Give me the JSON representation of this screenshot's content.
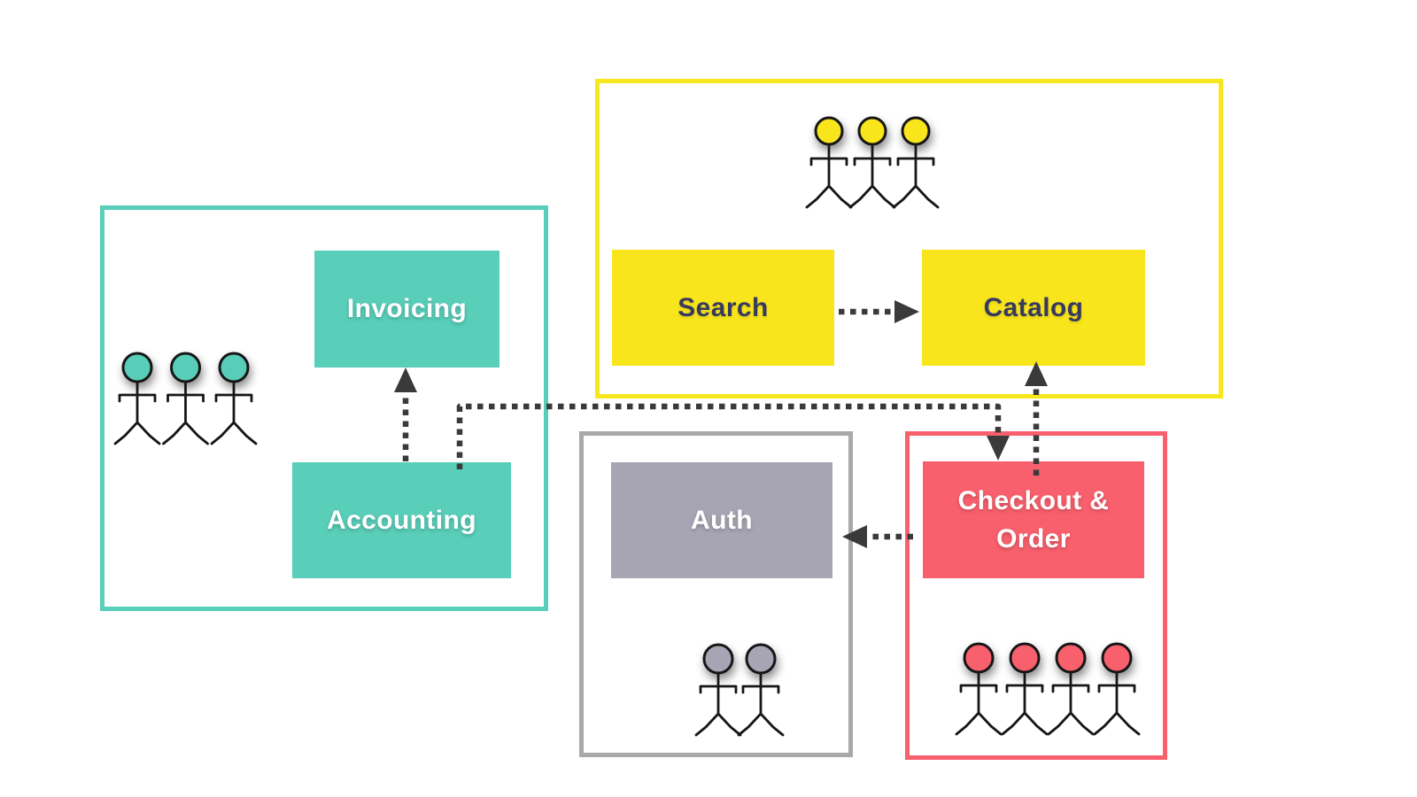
{
  "diagram": {
    "background_color": "#FFFFFF",
    "arrow_color": "#3A3A3A",
    "person_line_color": "#161616",
    "teams": [
      {
        "id": "accounting-team",
        "member_count": 3,
        "color": "#59CEB9",
        "border_color": "#59CEB9",
        "text_color": "#FFFFFF",
        "services": [
          {
            "label": "Invoicing"
          },
          {
            "label": "Accounting"
          }
        ]
      },
      {
        "id": "search-catalog-team",
        "member_count": 3,
        "color": "#F8E51C",
        "border_color": "#F8E71C",
        "text_color": "#373A5E",
        "services": [
          {
            "label": "Search"
          },
          {
            "label": "Catalog"
          }
        ]
      },
      {
        "id": "auth-team",
        "member_count": 2,
        "color": "#A7A4B4",
        "border_color": "#A9A9A9",
        "text_color": "#FFFFFF",
        "services": [
          {
            "label": "Auth"
          }
        ]
      },
      {
        "id": "checkout-team",
        "member_count": 4,
        "color": "#F9606D",
        "border_color": "#F9606D",
        "text_color": "#FFFFFF",
        "services": [
          {
            "label": "Checkout & Order"
          }
        ]
      }
    ],
    "dependencies": [
      {
        "from": "Accounting",
        "to": "Invoicing"
      },
      {
        "from": "Accounting",
        "to": "Checkout & Order"
      },
      {
        "from": "Search",
        "to": "Catalog"
      },
      {
        "from": "Checkout & Order",
        "to": "Catalog"
      },
      {
        "from": "Checkout & Order",
        "to": "Auth"
      }
    ]
  }
}
